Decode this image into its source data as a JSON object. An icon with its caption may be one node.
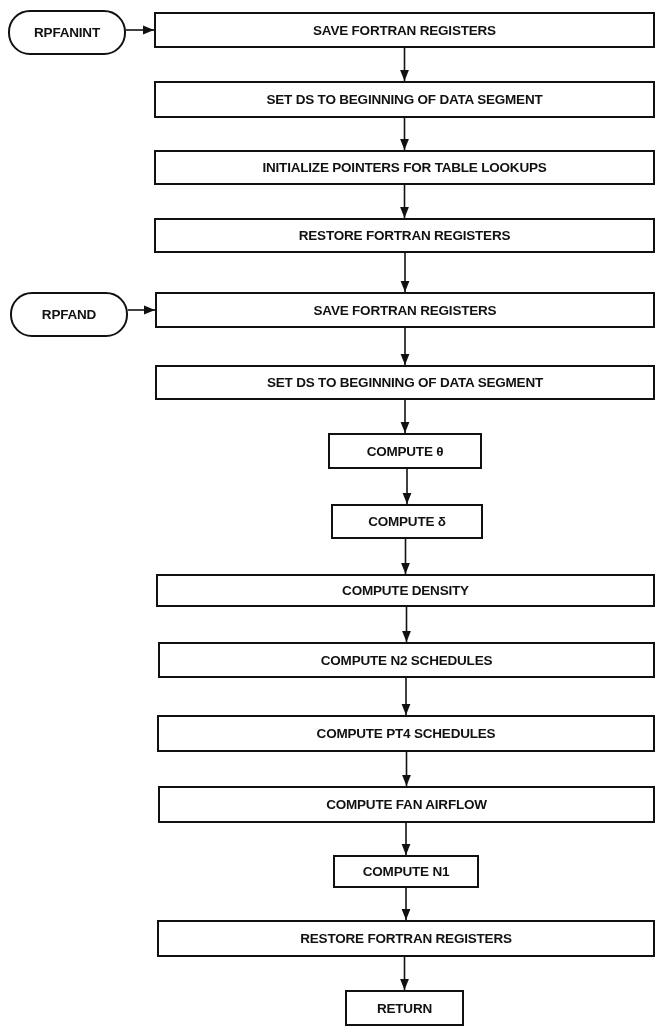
{
  "diagram": {
    "nodes": [
      {
        "text": [
          "RPFANINT"
        ]
      },
      {
        "text": [
          "SAVE FORTRAN REGISTERS"
        ]
      },
      {
        "text": [
          "SET DS TO BEGINNING OF DATA SEGMENT"
        ]
      },
      {
        "text": [
          "INITIALIZE POINTERS FOR TABLE LOOKUPS"
        ]
      },
      {
        "text": [
          "RESTORE FORTRAN REGISTERS"
        ]
      },
      {
        "text": [
          "RPFAND"
        ]
      },
      {
        "text": [
          "SAVE FORTRAN REGISTERS"
        ]
      },
      {
        "text": [
          "SET DS TO BEGINNING OF DATA SEGMENT"
        ]
      },
      {
        "text": [
          "COMPUTE θ"
        ]
      },
      {
        "text": [
          "COMPUTE δ"
        ]
      },
      {
        "text": [
          "COMPUTE DENSITY"
        ]
      },
      {
        "text": [
          "COMPUTE N2 SCHEDULES"
        ]
      },
      {
        "text": [
          "COMPUTE PT4 SCHEDULES"
        ]
      },
      {
        "text": [
          "COMPUTE FAN AIRFLOW"
        ]
      },
      {
        "text": [
          "COMPUTE N1"
        ]
      },
      {
        "text": [
          "RESTORE FORTRAN REGISTERS"
        ]
      },
      {
        "text": [
          "RETURN"
        ]
      }
    ],
    "edges": [
      {
        "from": 0,
        "to": 1,
        "arrow": "to"
      },
      {
        "from": 1,
        "to": 2,
        "arrow": "to"
      },
      {
        "from": 2,
        "to": 3,
        "arrow": "to"
      },
      {
        "from": 3,
        "to": 4,
        "arrow": "to"
      },
      {
        "from": 4,
        "to": 6,
        "arrow": "to"
      },
      {
        "from": 5,
        "to": 6,
        "arrow": "to"
      },
      {
        "from": 6,
        "to": 7,
        "arrow": "to"
      },
      {
        "from": 7,
        "to": 8,
        "arrow": "to"
      },
      {
        "from": 8,
        "to": 9,
        "arrow": "to"
      },
      {
        "from": 9,
        "to": 10,
        "arrow": "to"
      },
      {
        "from": 10,
        "to": 11,
        "arrow": "to"
      },
      {
        "from": 11,
        "to": 12,
        "arrow": "to"
      },
      {
        "from": 12,
        "to": 13,
        "arrow": "to"
      },
      {
        "from": 13,
        "to": 14,
        "arrow": "to"
      },
      {
        "from": 14,
        "to": 15,
        "arrow": "to"
      },
      {
        "from": 15,
        "to": 16,
        "arrow": "to"
      }
    ]
  }
}
